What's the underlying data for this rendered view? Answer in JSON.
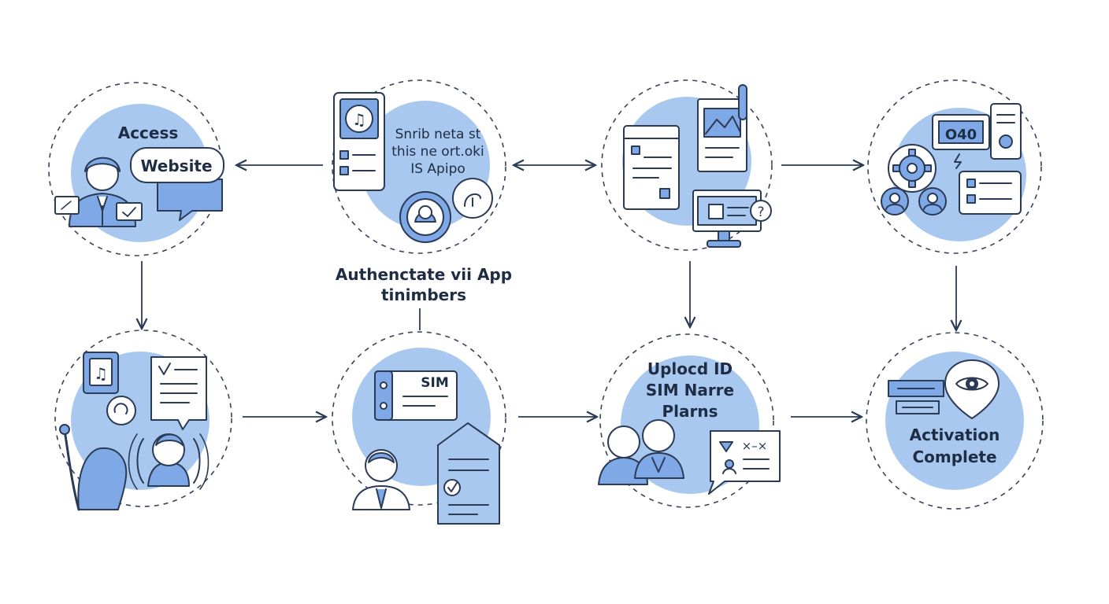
{
  "steps": {
    "s1": {
      "line1": "Access",
      "bubble": "Website"
    },
    "s2": {
      "line1": "Snrib neta st",
      "line2": "this ne ort.oki",
      "line3": "IS Apipo"
    },
    "s2_caption": {
      "line1": "Authenctate vii App",
      "line2": "tinimbers"
    },
    "s6": {
      "tag": "SIM"
    },
    "s7": {
      "line1": "Uplocd ID",
      "line2": "SIM Narre",
      "line3": "Plarns",
      "tag": "×–×"
    },
    "s8": {
      "line1": "Activation",
      "line2": "Complete"
    },
    "s4": {
      "screen": "O40"
    }
  },
  "colors": {
    "circle_fill": "#a8c8f0",
    "outline": "#2b3a55",
    "accent": "#7fa9e6",
    "dash": "#3a4458"
  }
}
